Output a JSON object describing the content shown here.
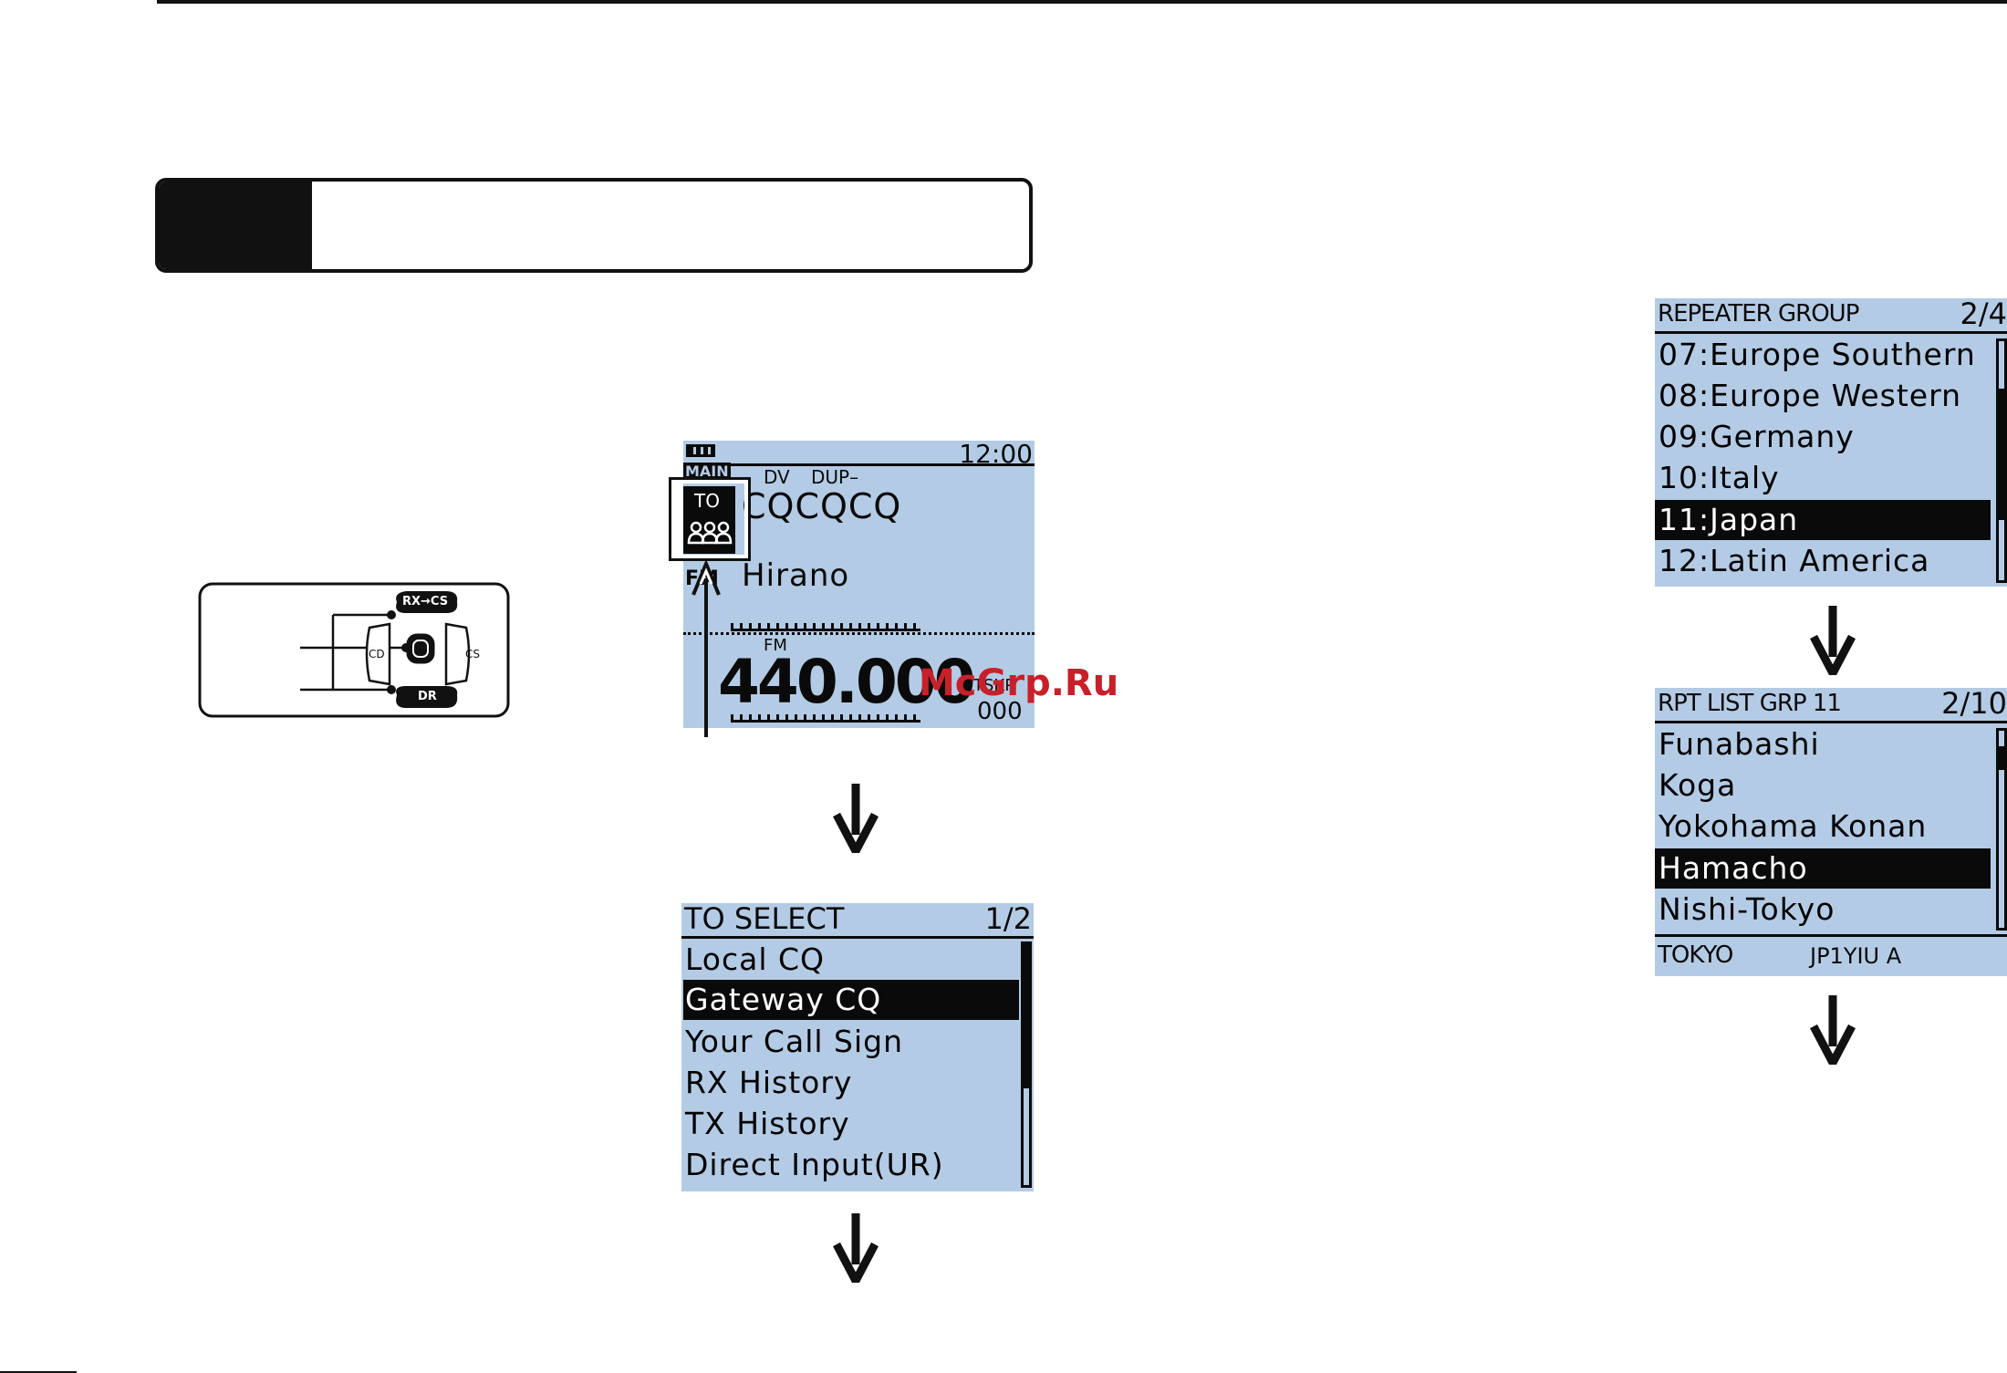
{
  "screen_main": {
    "clock": "12:00",
    "band_label": "MAIN",
    "mode": "DV",
    "duplex": "DUP–",
    "to_label": "TO",
    "to_value": "CQCQCQ",
    "fm_prefix": "FM",
    "from_value": "Hirano",
    "freq_mode": "FM",
    "frequency": "440.000",
    "tone_label": "TSKP",
    "tone_value": "000"
  },
  "keypad": {
    "top_key": "RX→CS",
    "left_key": "CD",
    "right_key": "CS",
    "bottom_key": "DR"
  },
  "to_select": {
    "title": "TO SELECT",
    "page": "1/2",
    "items": [
      "Local CQ",
      "Gateway CQ",
      "Your Call Sign",
      "RX History",
      "TX History",
      "Direct Input(UR)"
    ],
    "selected_index": 1,
    "scroll_position": 0.0
  },
  "repeater_group": {
    "title": "REPEATER GROUP",
    "page": "2/4",
    "items": [
      "07:Europe Southern",
      "08:Europe Western",
      "09:Germany",
      "10:Italy",
      "11:Japan",
      "12:Latin America"
    ],
    "selected_index": 4,
    "scroll_position": 0.3
  },
  "rpt_list": {
    "title": "RPT LIST GRP 11",
    "page": "2/10",
    "items": [
      "Funabashi",
      "Koga",
      "Yokohama Konan",
      "Hamacho",
      "Nishi-Tokyo"
    ],
    "selected_index": 3,
    "footer_area": "TOKYO",
    "footer_call": "JP1YIU A",
    "scroll_position": 0.1
  },
  "watermark": "McGrp.Ru",
  "colors": {
    "lcd_background": "#b4cbe5",
    "ink": "#0a0a0a",
    "watermark": "#c8202a"
  }
}
